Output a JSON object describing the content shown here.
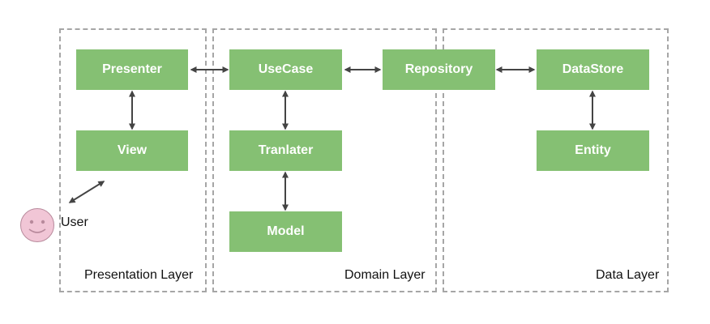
{
  "layers": {
    "presentation": "Presentation Layer",
    "domain": "Domain Layer",
    "data": "Data Layer"
  },
  "nodes": {
    "presenter": "Presenter",
    "view": "View",
    "usecase": "UseCase",
    "tranlater": "Tranlater",
    "model": "Model",
    "repository": "Repository",
    "datastore": "DataStore",
    "entity": "Entity"
  },
  "actor": {
    "label": "User"
  },
  "colors": {
    "node_fill": "#85c073",
    "node_text": "#ffffff",
    "layer_border": "#a6a6a6",
    "arrow": "#444444",
    "user_face": "#f1c6d6"
  }
}
